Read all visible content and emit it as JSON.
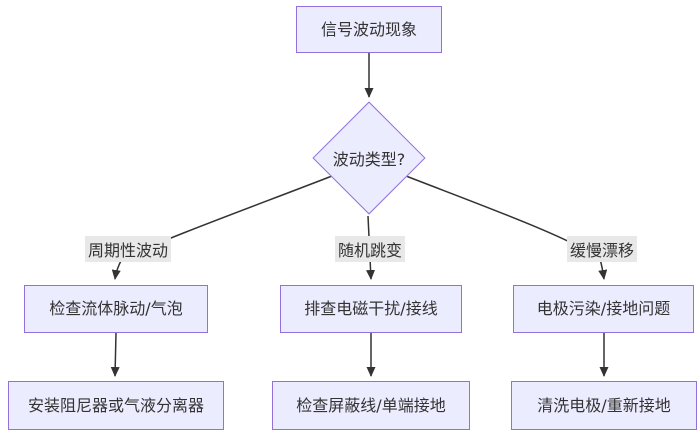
{
  "colors": {
    "background": "#ffffff",
    "node_fill": "#ECECFF",
    "node_border": "#9370DB",
    "text": "#333333",
    "edge_line": "#333333",
    "edge_label_bg": "#e8e8e8"
  },
  "flowchart": {
    "nodes": {
      "start": {
        "label": "信号波动现象",
        "type": "process"
      },
      "decision": {
        "label": "波动类型?",
        "type": "decision"
      },
      "periodic_step1": {
        "label": "检查流体脉动/气泡",
        "type": "process"
      },
      "periodic_step2": {
        "label": "安装阻尼器或气液分离器",
        "type": "process"
      },
      "random_step1": {
        "label": "排查电磁干扰/接线",
        "type": "process"
      },
      "random_step2": {
        "label": "检查屏蔽线/单端接地",
        "type": "process"
      },
      "drift_step1": {
        "label": "电极污染/接地问题",
        "type": "process"
      },
      "drift_step2": {
        "label": "清洗电极/重新接地",
        "type": "process"
      }
    },
    "edge_labels": {
      "periodic": "周期性波动",
      "random": "随机跳变",
      "drift": "缓慢漂移"
    }
  }
}
